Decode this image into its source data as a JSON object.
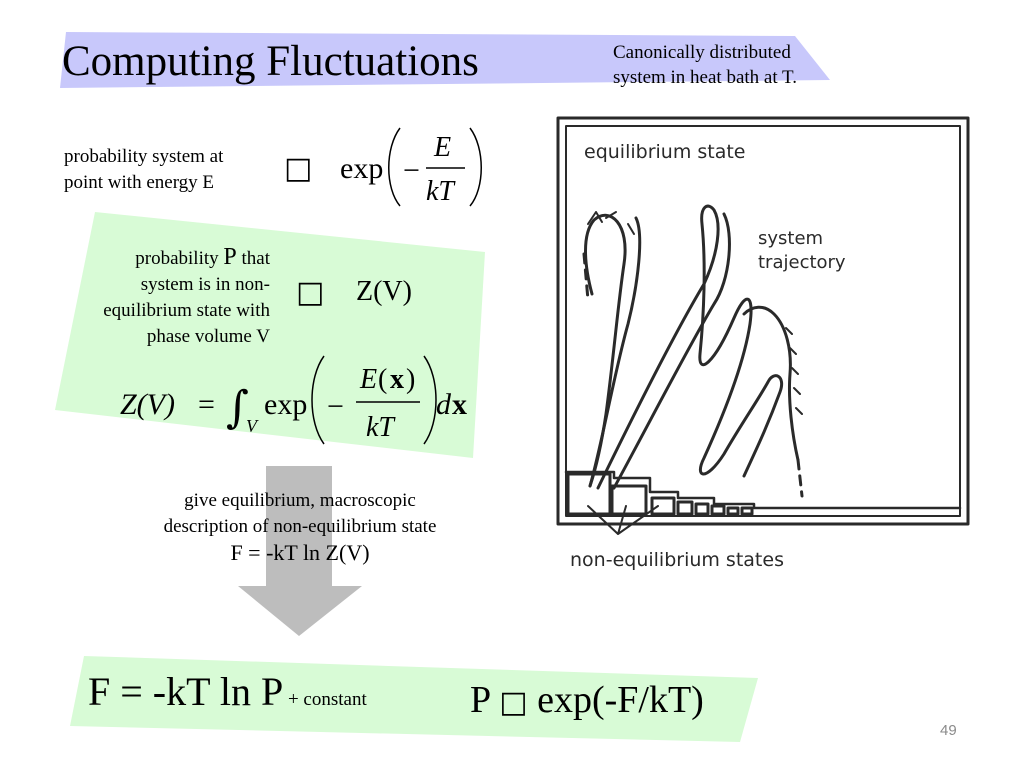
{
  "slide": {
    "title": "Computing Fluctuations",
    "note_top_right": [
      "Canonically distributed",
      "system in heat bath at T."
    ],
    "page_number": "49"
  },
  "block1": {
    "label": [
      "probability system at",
      "point with energy E"
    ],
    "relation_glyph": "□",
    "formula": {
      "func": "exp",
      "minus": "−",
      "num": "E",
      "den": "kT"
    }
  },
  "block2": {
    "label": {
      "prefix": "probability ",
      "symbol": "P",
      "suffix": " that",
      "lines": [
        "system is in non-",
        "equilibrium state with",
        "phase volume V"
      ]
    },
    "relation_glyph": "□",
    "rhs": "Z(V)",
    "integral": {
      "lhs": "Z(V)",
      "equals": "=",
      "integral_sign": "∫",
      "subscript": "V",
      "func": "exp",
      "minus": "−",
      "num_fn": "E",
      "num_arg": "x",
      "den": "kT",
      "differential_d": "d",
      "differential_x": "x"
    }
  },
  "arrow_text": {
    "lines": [
      "give equilibrium, macroscopic",
      "description of non-equilibrium state"
    ],
    "formula": "F = -kT ln Z(V)"
  },
  "bottom": {
    "left_main": "F = -kT ln P",
    "left_small": " + constant",
    "right_prefix": "P ",
    "right_glyph": "□",
    "right_suffix": " exp(-F/kT)"
  },
  "figure": {
    "label_equilibrium": "equilibrium state",
    "label_trajectory": [
      "system",
      "trajectory"
    ],
    "label_noneq": "non-equilibrium states"
  },
  "colors": {
    "title_band": "#c8c8fb",
    "green_band": "#d8fbd6",
    "arrow_gray": "#bdbdbd",
    "figure_ink": "#2a2a2a"
  }
}
